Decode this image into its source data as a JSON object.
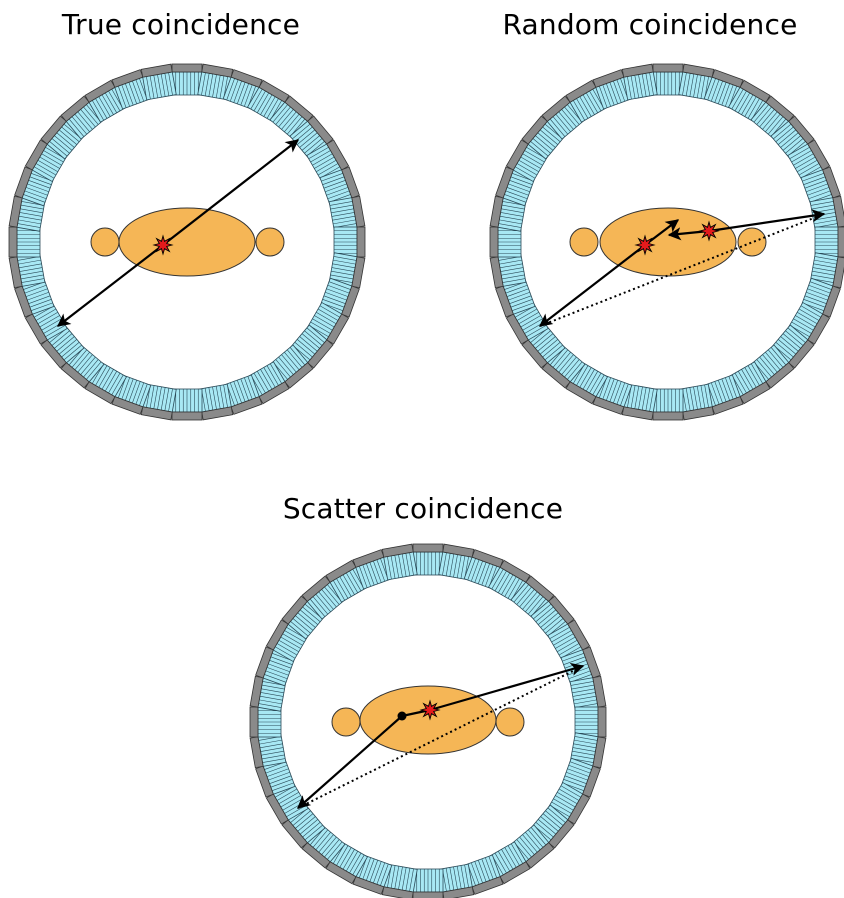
{
  "titles": {
    "true": "True coincidence",
    "random": "Random coincidence",
    "scatter": "Scatter coincidence"
  },
  "colors": {
    "crystal": "#a8e8f4",
    "crystal_line": "#2a4a58",
    "pmt": "#8a8a8a",
    "body": "#f5b656",
    "body_stroke": "#333333",
    "event": "#e41a1c",
    "line": "#000000"
  }
}
